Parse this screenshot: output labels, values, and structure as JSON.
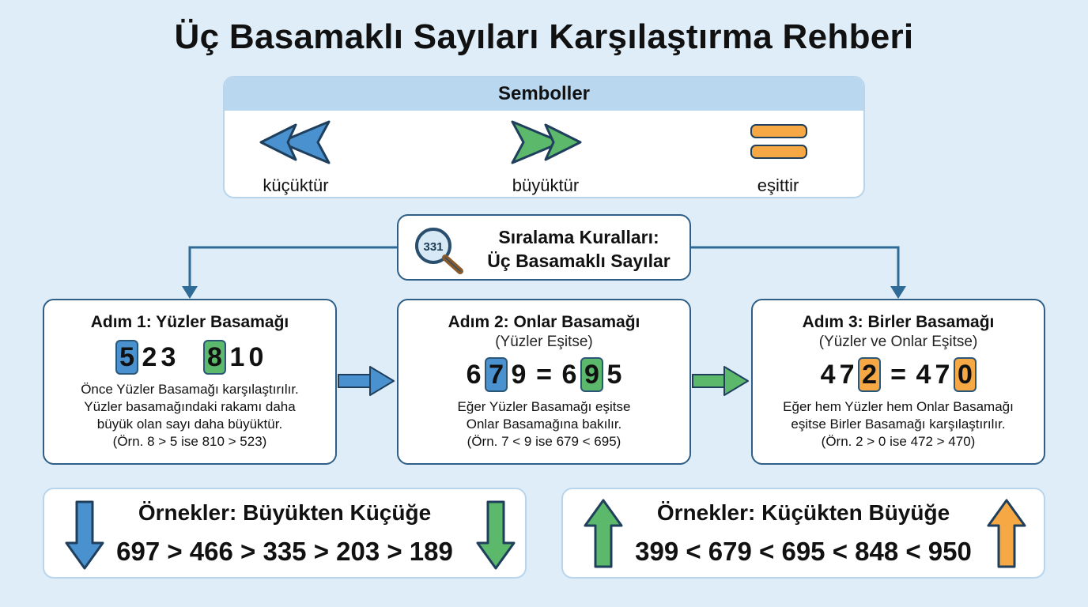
{
  "title": "Üç Basamaklı Sayıları Karşılaştırma Rehberi",
  "symbols": {
    "header": "Semboller",
    "items": [
      {
        "label": "küçüktür",
        "icon": "less-than-icon",
        "color": "#4a92cf"
      },
      {
        "label": "büyüktür",
        "icon": "greater-than-icon",
        "color": "#5cb86a"
      },
      {
        "label": "eşittir",
        "icon": "equals-icon",
        "color": "#f5a843"
      }
    ]
  },
  "rules": {
    "badge": "331",
    "line1": "Sıralama Kuralları:",
    "line2": "Üç Basamaklı Sayılar"
  },
  "steps": [
    {
      "title": "Adım 1: Yüzler Basamağı",
      "subtitle": "",
      "num_a": [
        "5",
        "2",
        "3"
      ],
      "num_b": [
        "8",
        "1",
        "0"
      ],
      "desc1": "Önce Yüzler Basamağı karşılaştırılır.",
      "desc2": "Yüzler basamağındaki rakamı daha",
      "desc3": "büyük olan sayı daha büyüktür.",
      "desc4": "(Örn. 8 > 5 ise 810 > 523)"
    },
    {
      "title": "Adım 2: Onlar Basamağı",
      "subtitle": "(Yüzler Eşitse)",
      "num_a": [
        "6",
        "7",
        "9"
      ],
      "op": "=",
      "num_b": [
        "6",
        "9",
        "5"
      ],
      "desc1": "Eğer Yüzler Basamağı eşitse",
      "desc2": "Onlar Basamağına bakılır.",
      "desc3": "(Örn. 7 < 9 ise 679 < 695)"
    },
    {
      "title": "Adım 3: Birler Basamağı",
      "subtitle": "(Yüzler ve Onlar Eşitse)",
      "num_a": [
        "4",
        "7",
        "2"
      ],
      "op": "=",
      "num_b": [
        "4",
        "7",
        "0"
      ],
      "desc1": "Eğer hem Yüzler hem Onlar Basamağı",
      "desc2": "eşitse Birler Basamağı karşılaştırılır.",
      "desc3": "(Örn. 2 > 0 ise 472 > 470)"
    }
  ],
  "examples": [
    {
      "title": "Örnekler: Büyükten Küçüğe",
      "sequence": "697 > 466 > 335 > 203 > 189"
    },
    {
      "title": "Örnekler: Küçükten Büyüğe",
      "sequence": "399 < 679 < 695 < 848 < 950"
    }
  ],
  "colors": {
    "blue": "#4a92cf",
    "green": "#5cb86a",
    "orange": "#f5a843",
    "border": "#2f5f86"
  }
}
